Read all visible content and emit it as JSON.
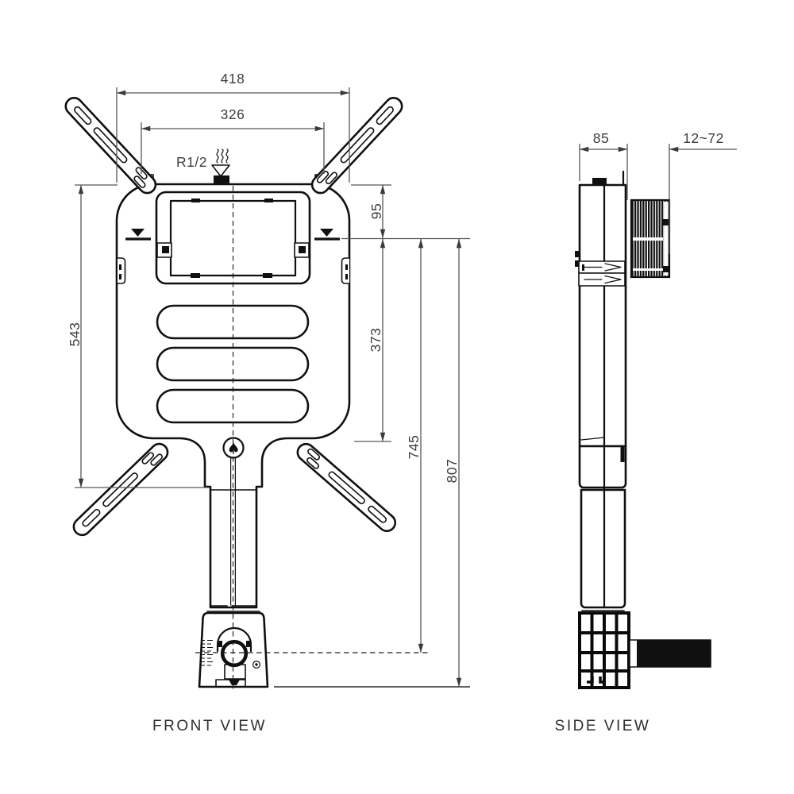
{
  "titles": {
    "front_view": "FRONT VIEW",
    "side_view": "SIDE VIEW"
  },
  "dimensions": {
    "overall_width": "418",
    "bracket_span": "326",
    "water_inlet_thread": "R1/2",
    "top_to_water_level": "95",
    "tank_height": "543",
    "water_level_to_tank_bottom": "373",
    "water_level_to_outlet_axis": "745",
    "water_level_to_floor": "807",
    "body_depth": "85",
    "plate_depth_range": "12~72"
  },
  "symbols": {
    "brand_emblem": "♠"
  },
  "colors": {
    "line": "#101010",
    "dimension_line": "#575757",
    "text": "#3d3d3d",
    "background": "#ffffff"
  }
}
